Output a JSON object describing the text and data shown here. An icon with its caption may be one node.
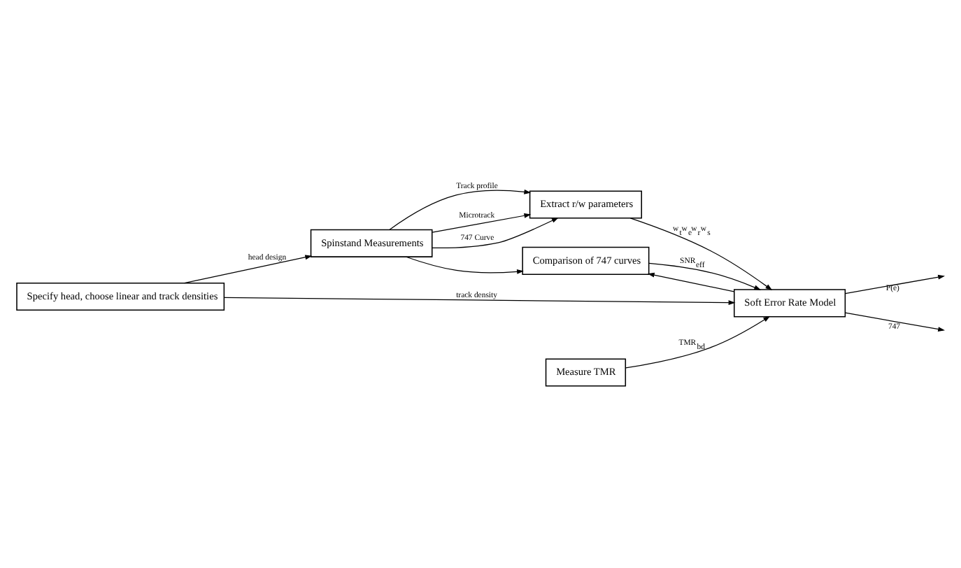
{
  "diagram": {
    "nodes": [
      {
        "text": [
          "Spinstand Measurements"
        ]
      },
      {
        "text": [
          "Extract r/w parameters"
        ]
      },
      {
        "text": [
          "Specify head, choose linear and track densities"
        ]
      },
      {
        "text": [
          "Comparison of 747 curves"
        ]
      },
      {
        "text": [
          "Soft Error Rate Model"
        ]
      },
      {
        "text": [
          "Measure TMR"
        ]
      }
    ],
    "edges": [
      {
        "from": 0,
        "to": 1,
        "arrow": "to",
        "label": "Track profile"
      },
      {
        "from": 0,
        "to": 1,
        "arrow": "to",
        "label": "Microtrack"
      },
      {
        "from": 0,
        "to": 1,
        "arrow": "to",
        "label": "747 Curve"
      },
      {
        "from": 0,
        "to": 3,
        "arrow": "to"
      },
      {
        "from": 2,
        "to": 0,
        "arrow": "to",
        "label": "head design"
      },
      {
        "from": 1,
        "to": 4,
        "arrow": "to",
        "label": "w$_{t}$w$_{e}$w$_{r}$w$_{s}$"
      },
      {
        "from": 2,
        "to": 4,
        "arrow": "to",
        "label": "track density"
      },
      {
        "from": 3,
        "to": 4,
        "arrow": "to",
        "label": "SNR$_{eff}$"
      },
      {
        "from": 4,
        "to": null,
        "arrow": "to",
        "label": "P(e)"
      },
      {
        "from": 4,
        "to": null,
        "arrow": "to",
        "label": "747"
      },
      {
        "from": 4,
        "to": 3,
        "arrow": "to"
      },
      {
        "from": 5,
        "to": 4,
        "arrow": "to",
        "label": "TMR$_{bd}$"
      }
    ]
  }
}
